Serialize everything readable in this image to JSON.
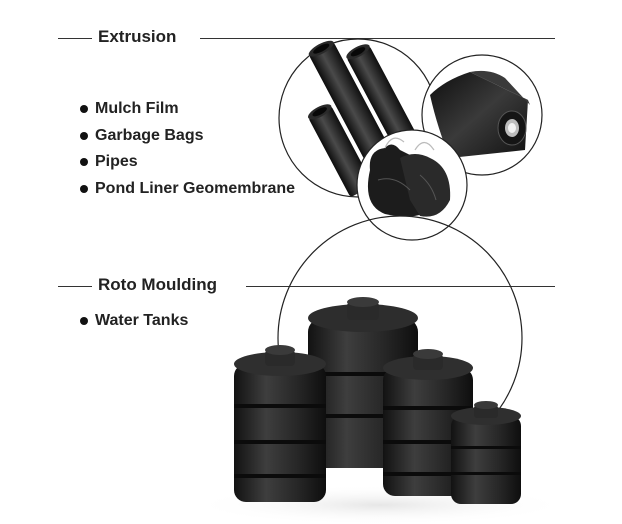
{
  "extrusion": {
    "title": "Extrusion",
    "items": [
      "Mulch Film",
      "Garbage Bags",
      "Pipes",
      "Pond Liner Geomembrane"
    ]
  },
  "roto": {
    "title": "Roto Moulding",
    "items": [
      "Water Tanks"
    ]
  },
  "colors": {
    "text": "#222222",
    "product": "#1a1a1a",
    "accent": "#3a3a3a"
  },
  "icons": [
    "pipes-icon",
    "plastic-film-roll-icon",
    "garbage-bag-icon",
    "water-tank-icon"
  ]
}
